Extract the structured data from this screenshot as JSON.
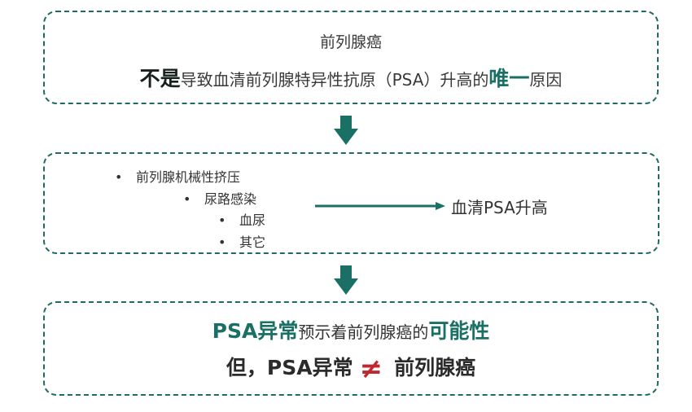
{
  "box1": {
    "title": "前列腺癌",
    "line2": {
      "bold_not": "不是",
      "middle": "导致血清前列腺特异性抗原（PSA）升高的",
      "bold_only": "唯一",
      "end": "原因"
    }
  },
  "box2": {
    "bullets": [
      {
        "dot": "•",
        "text": "前列腺机械性挤压"
      },
      {
        "dot": "•",
        "text": "尿路感染"
      },
      {
        "dot": "•",
        "text": "血尿"
      },
      {
        "dot": "•",
        "text": "其它"
      }
    ],
    "result": "血清PSA升高"
  },
  "box3": {
    "line1": {
      "bold_start": "PSA异常",
      "middle": "预示着前列腺癌的",
      "bold_end": "可能性"
    },
    "line2": {
      "left": "但，PSA异常",
      "neq": "≠",
      "right": "前列腺癌"
    }
  },
  "colors": {
    "teal": "#1a7065",
    "border": "#1f6b62",
    "neq_red": "#c0282e"
  }
}
